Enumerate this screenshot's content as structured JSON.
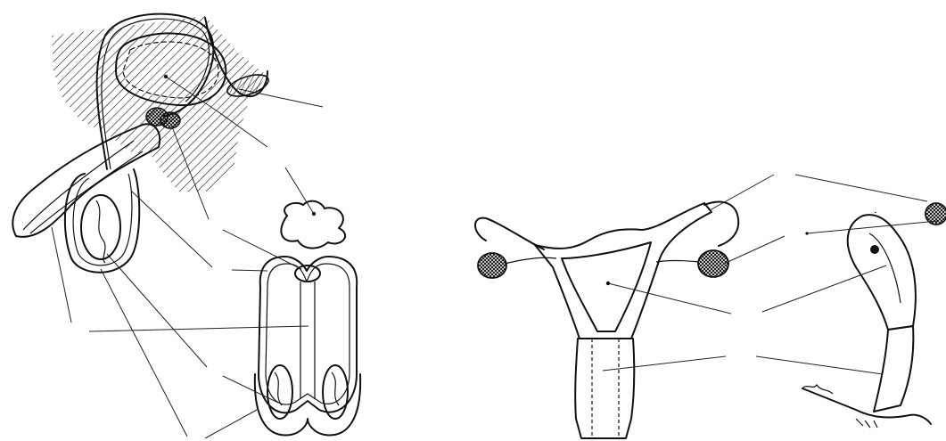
{
  "figure": {
    "panels": [
      {
        "id": "male-sagittal",
        "label_lines": 9
      },
      {
        "id": "male-frontal",
        "label_lines": 3
      },
      {
        "id": "female-frontal",
        "label_lines": 4
      },
      {
        "id": "female-lateral",
        "label_lines": 4
      }
    ],
    "colors": {
      "ink": "#111111",
      "background": "#ffffff",
      "hatch": "#222222",
      "stipple": "#333333"
    }
  }
}
